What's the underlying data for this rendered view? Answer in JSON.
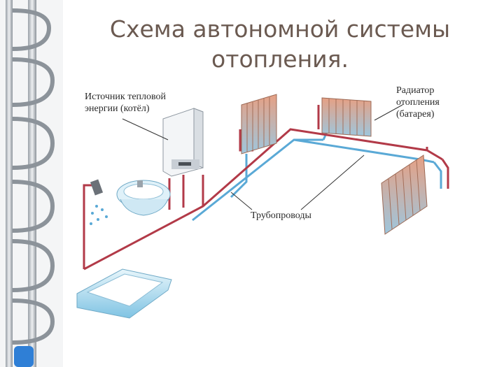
{
  "slide": {
    "title_line1": "Схема автономной системы",
    "title_line2": "отопления.",
    "labels": {
      "boiler_line1": "Источник тепловой",
      "boiler_line2": "энергии (котёл)",
      "radiator_line1": "Радиатор",
      "radiator_line2": "отопления",
      "radiator_line3": "(батарея)",
      "pipes": "Трубопроводы"
    }
  },
  "colors": {
    "title": "#6b5a51",
    "hot_pipe": "#b23a48",
    "cold_pipe": "#5aa9d6",
    "radiator": "#d98f6e",
    "tub": "#a9d9ee"
  }
}
